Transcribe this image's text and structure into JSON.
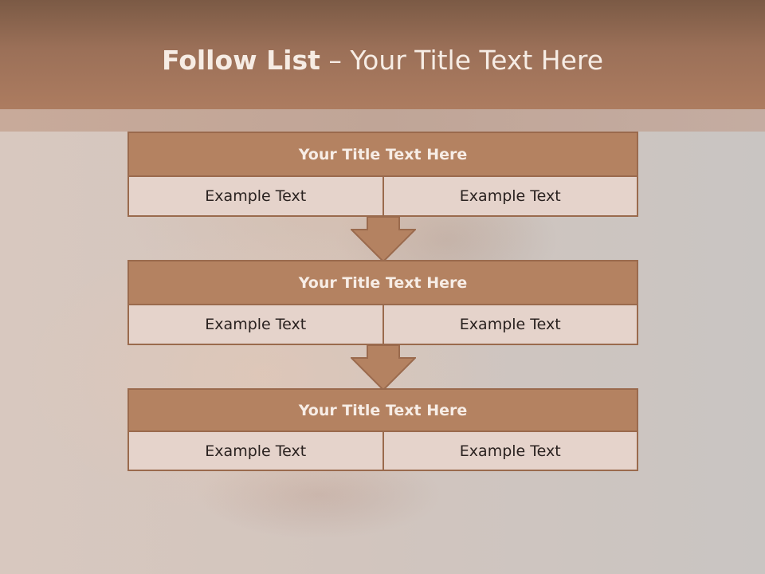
{
  "title": {
    "bold": "Follow List",
    "rest": "  – Your Title Text Here"
  },
  "blocks": [
    {
      "heading": "Your Title Text Here",
      "left": "Example Text",
      "right": "Example Text"
    },
    {
      "heading": "Your Title Text Here",
      "left": "Example Text",
      "right": "Example Text"
    },
    {
      "heading": "Your Title Text Here",
      "left": "Example Text",
      "right": "Example Text"
    }
  ],
  "colors": {
    "header": "#ad7c60",
    "block_heading": "#b48261",
    "block_cell": "#e5d3cb",
    "border": "#9a6a4d"
  },
  "icons": [
    "down-arrow-icon",
    "down-arrow-icon"
  ]
}
